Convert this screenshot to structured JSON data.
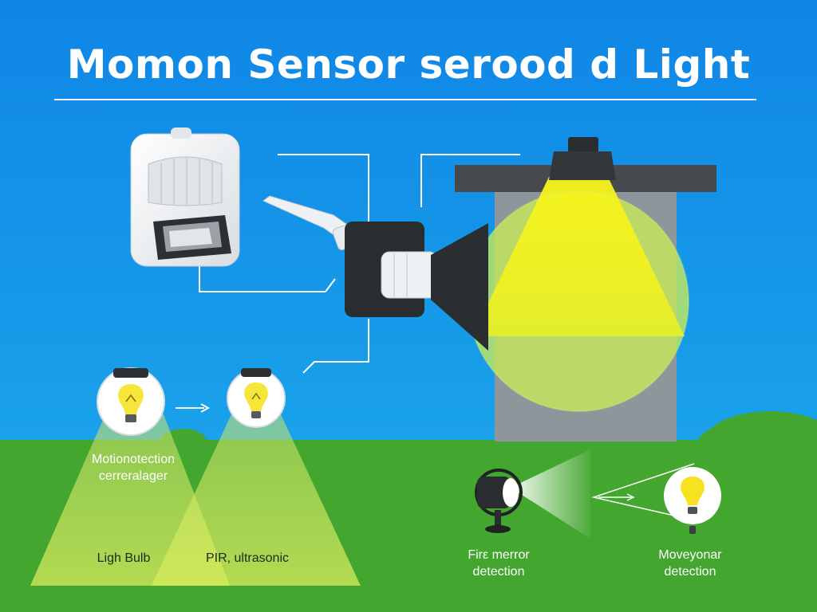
{
  "title": "Momon Sensor serood d Light",
  "labels": {
    "motion_line1": "Motionotection",
    "motion_line2": "cerreralager",
    "bulb": "Ligh Bulb",
    "pir": "PIR, ultrasonic",
    "fire_line1": "Firε merror",
    "fire_line2": "detection",
    "movey_line1": "Moveyonar",
    "movey_line2": "detection"
  },
  "colors": {
    "sky_top": "#0f86e6",
    "sky_bottom": "#1ea7e9",
    "grass": "#43a62f",
    "light_yellow": "#f4f21a",
    "light_glow": "#c9ec5a",
    "sensor_white": "#f1f3f5",
    "housing_dark": "#2a2d30",
    "post_gray": "#8f969b"
  },
  "icons": {
    "sensor": "pir-motion-sensor-icon",
    "connector": "cable-connector-icon",
    "street_lamp": "street-lamp-icon",
    "bulb": "light-bulb-icon",
    "spotlight": "spotlight-icon"
  }
}
